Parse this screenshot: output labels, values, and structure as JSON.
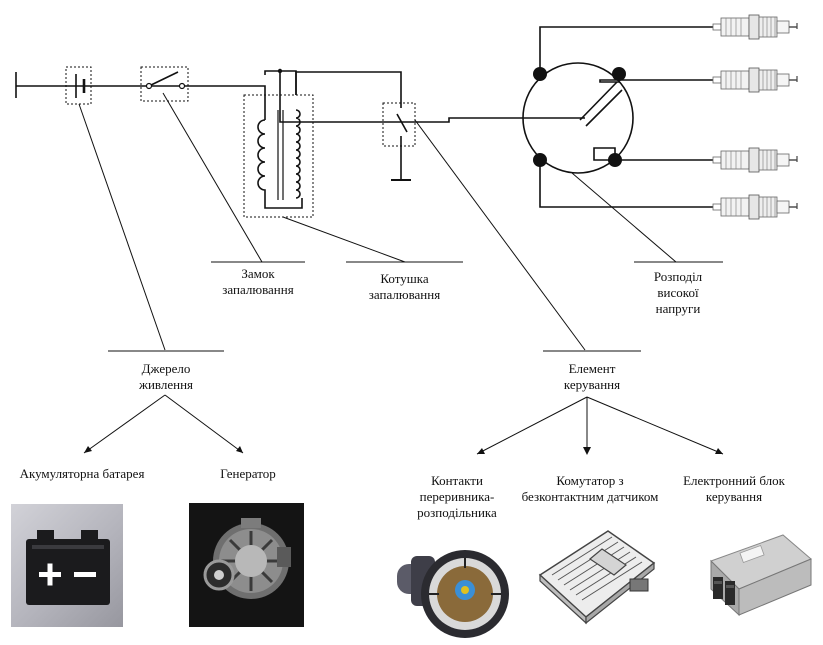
{
  "labels": {
    "ignition_switch": [
      "Замок",
      "запалювання"
    ],
    "ignition_coil": [
      "Котушка",
      "запалювання"
    ],
    "distributor": [
      "Розподіл",
      "високої",
      "напруги"
    ],
    "power_source": [
      "Джерело",
      "живлення"
    ],
    "control_element": [
      "Елемент",
      "керування"
    ],
    "battery": "Акумуляторна батарея",
    "generator": "Генератор",
    "breaker_contacts": [
      "Контакти",
      "переривника-",
      "розподільника"
    ],
    "commutator": [
      "Комутатор з",
      "безконтактним датчиком"
    ],
    "ecu": [
      "Електронний блок",
      "керування"
    ]
  },
  "images": {
    "battery": "battery-icon",
    "generator": "alternator-photo",
    "breaker": "distributor-photo",
    "commutator": "commutator-photo",
    "ecu": "ecu-photo"
  },
  "colors": {
    "line": "#111111",
    "battery_bg_light": "#c9c9cf",
    "battery_bg_dark": "#9a9aa3",
    "battery_body": "#1b1b1d",
    "generator_bg": "#161616"
  }
}
